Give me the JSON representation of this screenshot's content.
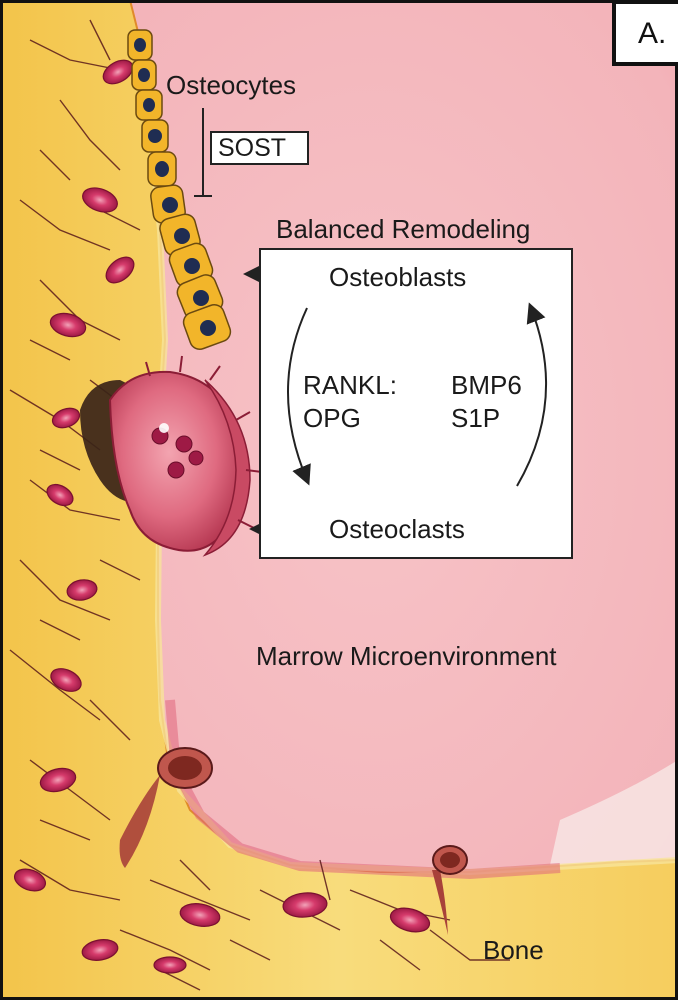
{
  "panel_label": "A.",
  "labels": {
    "osteocytes": "Osteocytes",
    "sost": "SOST",
    "balanced_remodeling": "Balanced Remodeling",
    "osteoblasts": "Osteoblasts",
    "osteoclasts": "Osteoclasts",
    "rankl": "RANKL:",
    "opg": "OPG",
    "bmp6": "BMP6",
    "s1p": "S1P",
    "marrow": "Marrow Microenvironment",
    "bone": "Bone"
  },
  "colors": {
    "marrow": "#f4b7bd",
    "marrow_edge": "#e2687a",
    "bone": "#f7d56a",
    "bone_dark": "#efb52c",
    "osteocyte_cell": "#c8245a",
    "osteoblast_fill": "#f2b52a",
    "osteoblast_nucleus": "#1f2d52",
    "osteoclast": "#d8566f",
    "vessel": "#a8413a"
  }
}
